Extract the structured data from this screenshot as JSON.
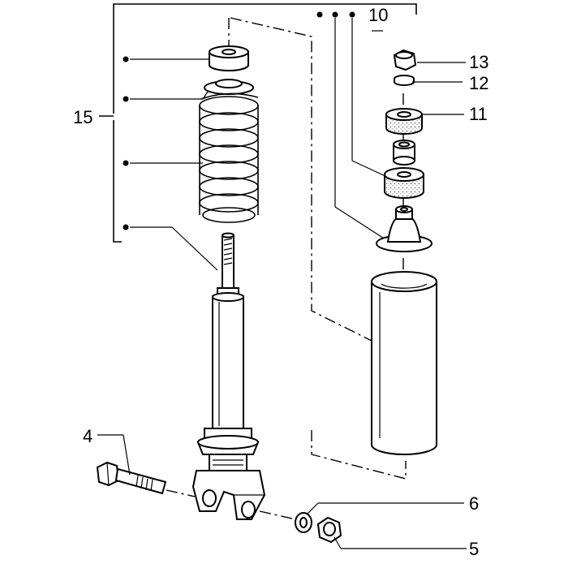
{
  "labels": {
    "l4": "4",
    "l5": "5",
    "l6": "6",
    "l10": "10",
    "l11": "11",
    "l12": "12",
    "l13": "13",
    "l15": "15"
  }
}
